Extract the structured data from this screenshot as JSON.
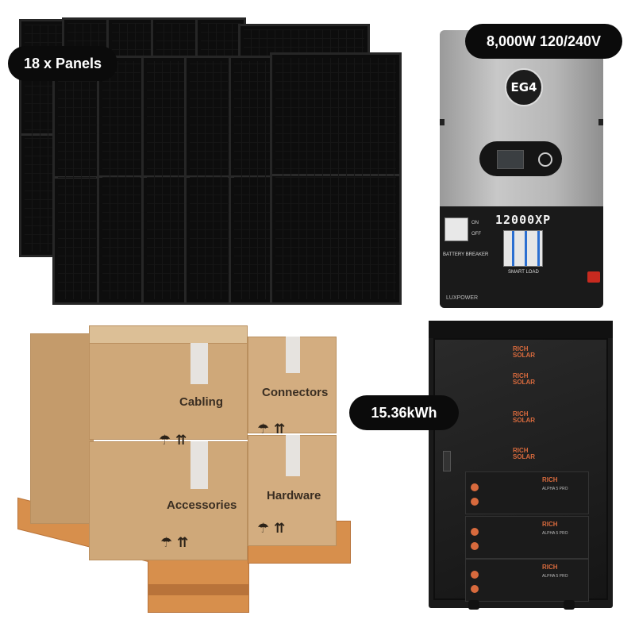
{
  "labels": {
    "panels": "18 x Panels",
    "inverter_spec": "8,000W 120/240V",
    "battery_capacity": "15.36kWh"
  },
  "inverter": {
    "brand": "EG4",
    "model": "12000XP",
    "breaker_label": "BATTERY BREAKER",
    "smart_load_label": "SMART LOAD",
    "on_label": "ON",
    "off_label": "OFF",
    "maker": "LUXPOWER"
  },
  "boxes": {
    "cabling": "Cabling",
    "connectors": "Connectors",
    "accessories": "Accessories",
    "hardware": "Hardware",
    "handling_symbols": "☂ ⇈"
  },
  "battery_cabinet": {
    "brand_line1": "RICH",
    "brand_line2": "SOLAR",
    "module_model": "ALPHA 5 PRO"
  },
  "colors": {
    "pill_bg": "#0b0b0b",
    "pill_text": "#ffffff",
    "panel": "#0d0d0d",
    "inverter_silver": "#b4b4b4",
    "inverter_base": "#1a1a1a",
    "cardboard": "#cfa879",
    "pallet_wood": "#d78f4c",
    "rich_orange": "#d86a3d"
  }
}
